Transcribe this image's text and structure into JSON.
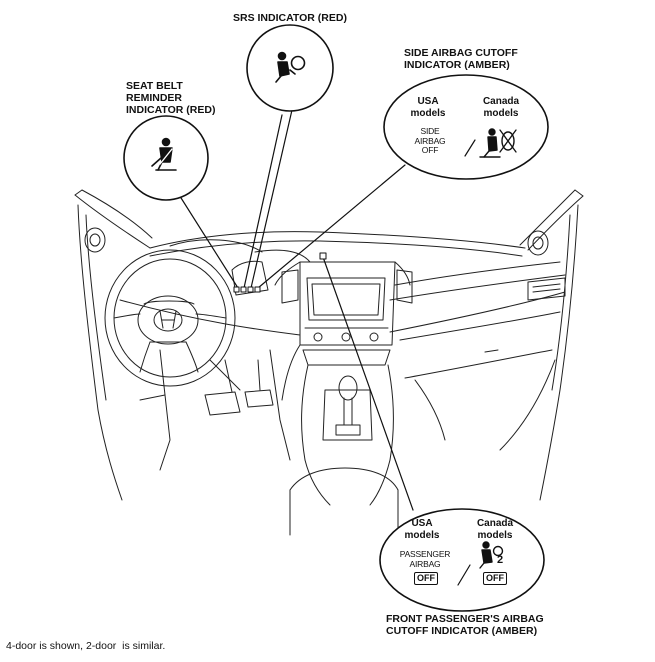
{
  "labels": {
    "srs": "SRS INDICATOR (RED)",
    "seat_belt": "SEAT BELT\nREMINDER\nINDICATOR (RED)",
    "side_airbag": "SIDE AIRBAG CUTOFF\nINDICATOR (AMBER)",
    "front_passenger": "FRONT PASSENGER'S AIRBAG\nCUTOFF INDICATOR (AMBER)"
  },
  "side_airbag_panel": {
    "usa_heading": "USA\nmodels",
    "canada_heading": "Canada\nmodels",
    "usa_text": "SIDE\nAIRBAG\nOFF",
    "canada_icon": "side-airbag-off-icon"
  },
  "front_passenger_panel": {
    "usa_heading": "USA\nmodels",
    "canada_heading": "Canada\nmodels",
    "usa_text": "PASSENGER\nAIRBAG",
    "usa_off": "OFF",
    "canada_off": "OFF",
    "canada_icon": "passenger-airbag-off-icon"
  },
  "icons": {
    "seat_belt": "seat-belt-icon",
    "srs": "airbag-icon"
  },
  "caption": "4-door is shown, 2-door  is similar."
}
